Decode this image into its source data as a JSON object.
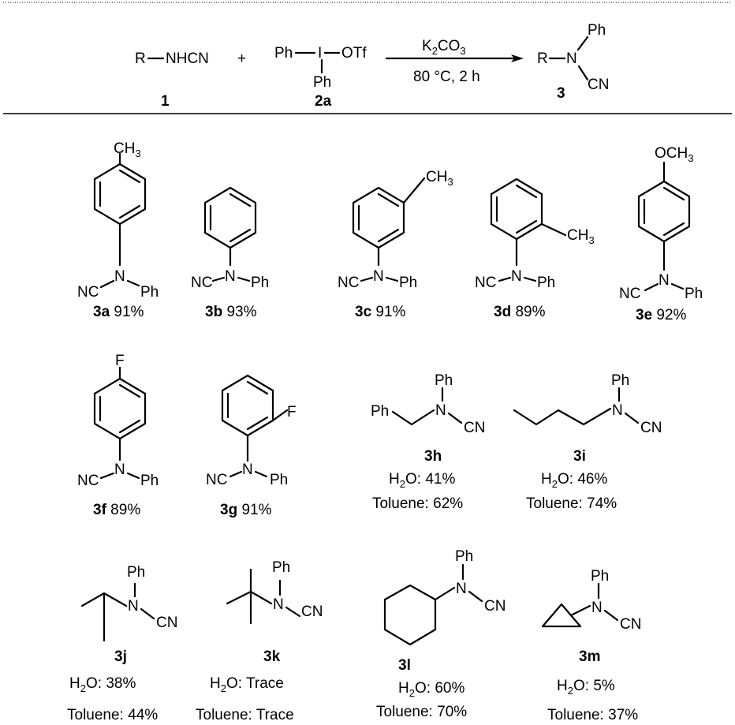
{
  "scheme": {
    "reactant1": {
      "r": "R",
      "group": "NHCN",
      "number": "1"
    },
    "plus": "+",
    "reactant2": {
      "ph_left": "Ph",
      "iodine": "I",
      "otf": "OTf",
      "ph_below": "Ph",
      "number": "2a"
    },
    "conditions": {
      "base": "K",
      "base_sub": "2",
      "base_mid": "CO",
      "base_sub2": "3",
      "temp_time": "80 °C, 2 h"
    },
    "product": {
      "r": "R",
      "n": "N",
      "ph": "Ph",
      "cn": "CN",
      "number": "3"
    }
  },
  "labels": {
    "ch3": "CH",
    "sub3": "3",
    "och3": "OCH",
    "f": "F",
    "ph": "Ph",
    "n": "N",
    "nc": "NC",
    "cn": "CN",
    "h2o_h": "H",
    "h2o_2": "2",
    "h2o_o": "O: ",
    "toluene": "Toluene: "
  },
  "compounds": [
    {
      "id": "3a",
      "yield": " 91%"
    },
    {
      "id": "3b",
      "yield": " 93%"
    },
    {
      "id": "3c",
      "yield": " 91%"
    },
    {
      "id": "3d",
      "yield": " 89%"
    },
    {
      "id": "3e",
      "yield": " 92%"
    },
    {
      "id": "3f",
      "yield": " 89%"
    },
    {
      "id": "3g",
      "yield": " 91%"
    },
    {
      "id": "3h",
      "h2o": "41%",
      "toluene": "62%"
    },
    {
      "id": "3i",
      "h2o": "46%",
      "toluene": "74%"
    },
    {
      "id": "3j",
      "h2o": "38%",
      "toluene": "44%"
    },
    {
      "id": "3k",
      "h2o": "Trace",
      "toluene": "Trace"
    },
    {
      "id": "3l",
      "h2o": "60%",
      "toluene": "70%"
    },
    {
      "id": "3m",
      "h2o": "5%",
      "toluene": "37%"
    }
  ]
}
